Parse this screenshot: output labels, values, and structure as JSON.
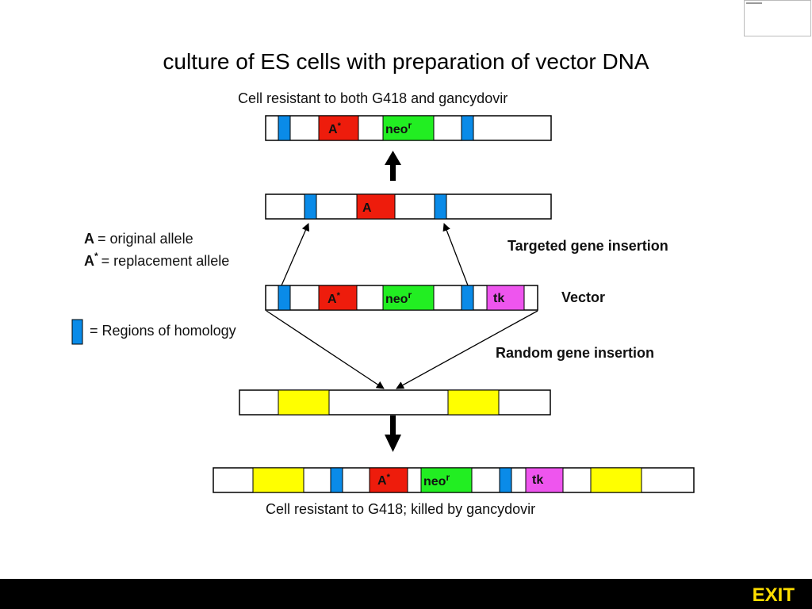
{
  "slide": {
    "title": "culture of ES cells with preparation of vector DNA",
    "exit_label": "EXIT"
  },
  "diagram": {
    "top_caption": "Cell resistant to both G418 and gancydovir",
    "bottom_caption": "Cell resistant to G418; killed by gancydovir",
    "targeted_label": "Targeted gene insertion",
    "vector_label": "Vector",
    "random_label": "Random gene insertion",
    "legend": {
      "a_symbol": "A",
      "a_text": "= original allele",
      "astar_symbol": "A",
      "astar_sup": "*",
      "astar_text": "= replacement allele",
      "homology_text": "= Regions of homology"
    },
    "segments": {
      "a": "A",
      "astar": "A",
      "astar_sup": "*",
      "neo": "neo",
      "neo_sup": "r",
      "tk": "tk"
    },
    "colors": {
      "homology": "#0a8be8",
      "allele": "#ee1c0c",
      "neo": "#22ee22",
      "tk": "#ee55ee",
      "random": "#ffff00",
      "footer": "#000000",
      "exit": "#ffdd00"
    }
  }
}
